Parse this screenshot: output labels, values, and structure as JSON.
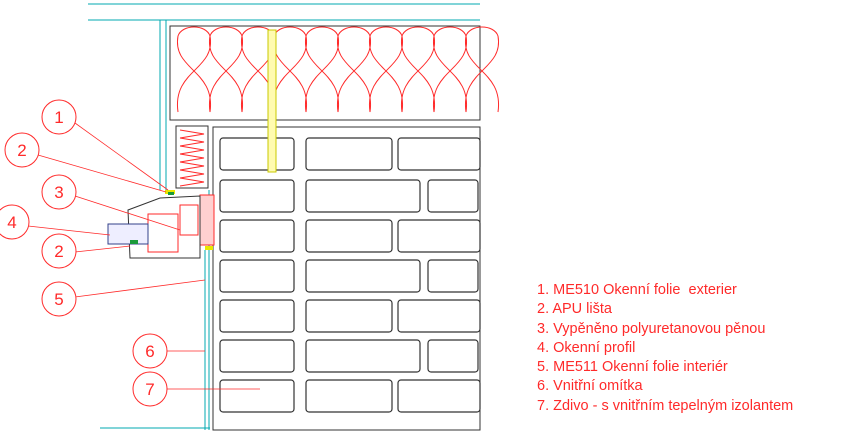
{
  "callouts": [
    {
      "number": "1"
    },
    {
      "number": "2"
    },
    {
      "number": "3"
    },
    {
      "number": "4"
    },
    {
      "number": "2"
    },
    {
      "number": "5"
    },
    {
      "number": "6"
    },
    {
      "number": "7"
    }
  ],
  "legend": [
    "1. ME510 Okenní folie  exterier",
    "2. APU lišta",
    "3. Vypěněno polyuretanovou pěnou",
    "4. Okenní profil",
    "5. ME511 Okenní folie interiér",
    "6. Vnitřní omítka",
    "7. Zdivo - s vnitřním tepelným izolantem"
  ],
  "colors": {
    "annotation": "#ff2a2a",
    "lines": "#333333",
    "plaster": "#00a8b0",
    "tape": "#e8e800"
  }
}
